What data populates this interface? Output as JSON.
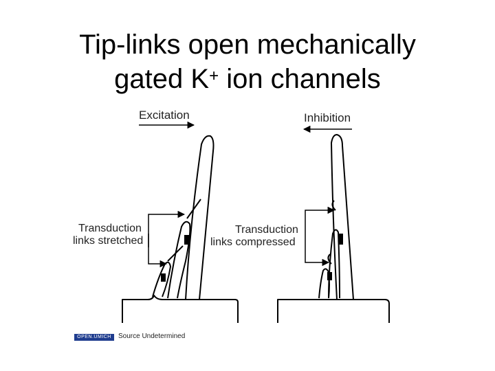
{
  "title": {
    "line1": "Tip-links open mechanically",
    "line2_pre": "gated K",
    "line2_sup": "+",
    "line2_post": " ion channels"
  },
  "diagram": {
    "left": {
      "direction_label": "Excitation",
      "annotation_line1": "Transduction",
      "annotation_line2": "links stretched"
    },
    "right": {
      "direction_label": "Inhibition",
      "annotation_line1": "Transduction",
      "annotation_line2": "links compressed"
    }
  },
  "footer": {
    "badge_text": "OPEN.UMICH",
    "source_text": "Source Undetermined"
  },
  "colors": {
    "ink": "#000000",
    "badge": "#1f3d8f"
  }
}
